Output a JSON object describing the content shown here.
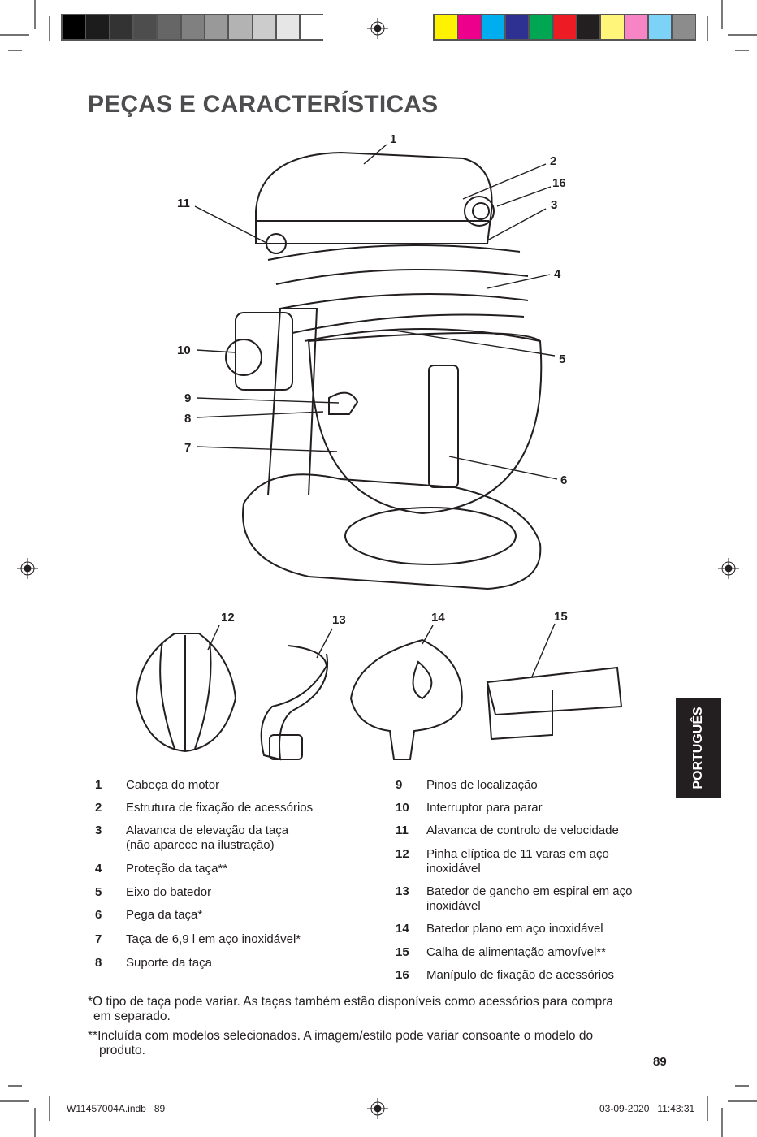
{
  "title": "PEÇAS E CARACTERÍSTICAS",
  "color_bar": {
    "grays": [
      "#000000",
      "#1c1c1c",
      "#333333",
      "#4d4d4d",
      "#666666",
      "#808080",
      "#999999",
      "#b3b3b3",
      "#cccccc",
      "#e6e6e6",
      "#ffffff"
    ],
    "colors": [
      "#fff200",
      "#ec008c",
      "#00aeef",
      "#2e3192",
      "#00a651",
      "#ed1c24",
      "#231f20",
      "#fff57a",
      "#f784c5",
      "#7dd3f7",
      "#8c8c8c"
    ]
  },
  "callouts": {
    "mixer": [
      "1",
      "2",
      "16",
      "3",
      "11",
      "4",
      "10",
      "5",
      "9",
      "8",
      "7",
      "6"
    ],
    "accessories": [
      "12",
      "13",
      "14",
      "15"
    ]
  },
  "parts_left": [
    {
      "num": "1",
      "text": "Cabeça do motor"
    },
    {
      "num": "2",
      "text": "Estrutura de fixação de acessórios"
    },
    {
      "num": "3",
      "text": "Alavanca de elevação da taça",
      "text2": "(não aparece na ilustração)"
    },
    {
      "num": "4",
      "text": "Proteção da taça**"
    },
    {
      "num": "5",
      "text": "Eixo do batedor"
    },
    {
      "num": "6",
      "text": "Pega da taça*"
    },
    {
      "num": "7",
      "text": "Taça de 6,9 l em aço inoxidável*"
    },
    {
      "num": "8",
      "text": "Suporte da taça"
    }
  ],
  "parts_right": [
    {
      "num": "9",
      "text": "Pinos de localização"
    },
    {
      "num": "10",
      "text": "Interruptor para parar"
    },
    {
      "num": "11",
      "text": "Alavanca de controlo de velocidade"
    },
    {
      "num": "12",
      "text": "Pinha elíptica de 11 varas em aço",
      "text2": "inoxidável"
    },
    {
      "num": "13",
      "text": "Batedor de gancho em espiral em aço",
      "text2": "inoxidável"
    },
    {
      "num": "14",
      "text": "Batedor plano em aço inoxidável"
    },
    {
      "num": "15",
      "text": "Calha de alimentação amovível**"
    },
    {
      "num": "16",
      "text": "Manípulo de fixação de acessórios"
    }
  ],
  "notes": [
    "*O tipo de taça pode variar. As taças também estão disponíveis como acessórios para compra",
    "em separado.",
    "**Incluída com modelos selecionados. A imagem/estilo pode variar consoante o modelo do",
    "produto."
  ],
  "language_tab": "PORTUGUÊS",
  "page_number": "89",
  "footer": {
    "file": "W11457004A.indb   89",
    "datetime": "03-09-2020   11:43:31"
  }
}
